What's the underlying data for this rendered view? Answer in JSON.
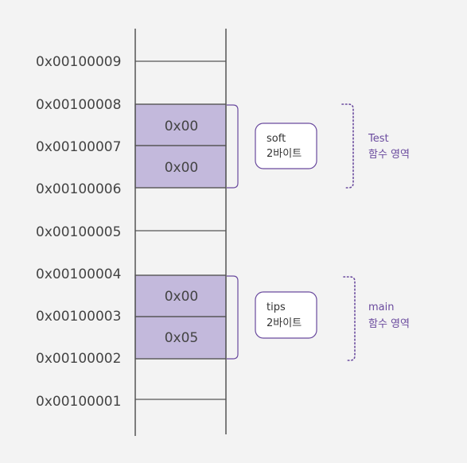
{
  "addresses": [
    "0x00100009",
    "0x00100008",
    "0x00100007",
    "0x00100006",
    "0x00100005",
    "0x00100004",
    "0x00100003",
    "0x00100002",
    "0x00100001"
  ],
  "cells": {
    "c7": "0x00",
    "c6": "0x00",
    "c3": "0x00",
    "c2": "0x05"
  },
  "variables": {
    "soft": {
      "name": "soft",
      "size": "2바이트"
    },
    "tips": {
      "name": "tips",
      "size": "2바이트"
    }
  },
  "functions": {
    "test": {
      "name": "Test",
      "label": "함수 영역"
    },
    "main": {
      "name": "main",
      "label": "함수 영역"
    }
  },
  "colors": {
    "filled_cell": "#c3b9dc",
    "accent": "#6a4a9e",
    "line": "#555555"
  }
}
